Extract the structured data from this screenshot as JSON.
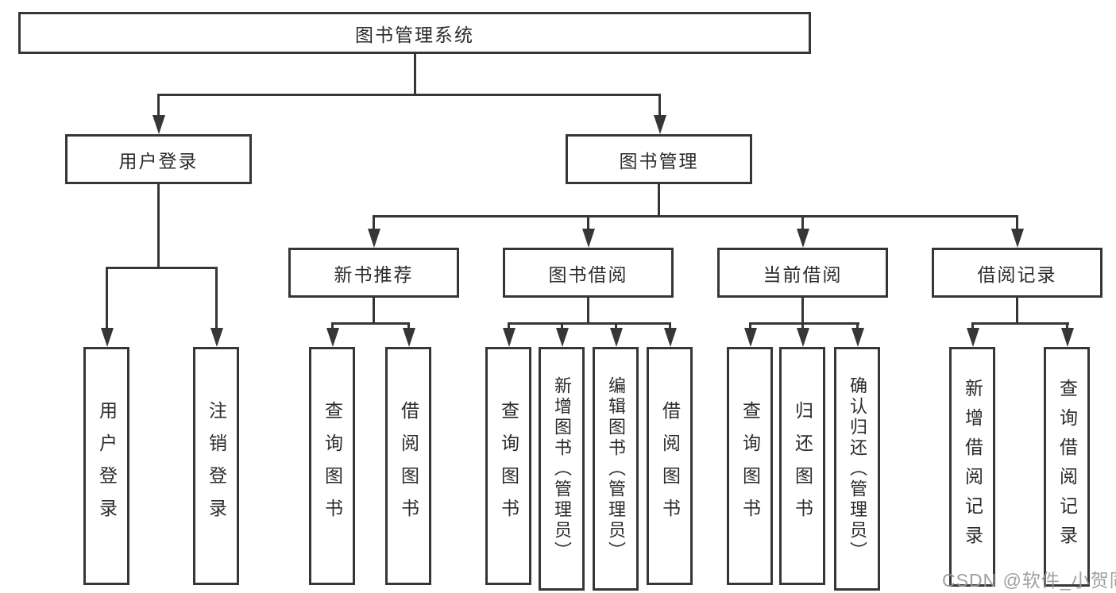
{
  "tree": {
    "label": "图书管理系统",
    "children": [
      {
        "label": "用户登录",
        "children": [
          {
            "label": "用户登录"
          },
          {
            "label": "注销登录"
          }
        ]
      },
      {
        "label": "图书管理",
        "children": [
          {
            "label": "新书推荐",
            "children": [
              {
                "label": "查询图书"
              },
              {
                "label": "借阅图书"
              }
            ]
          },
          {
            "label": "图书借阅",
            "children": [
              {
                "label": "查询图书"
              },
              {
                "label": "新增图书（管理员）"
              },
              {
                "label": "编辑图书（管理员）"
              },
              {
                "label": "借阅图书"
              }
            ]
          },
          {
            "label": "当前借阅",
            "children": [
              {
                "label": "查询图书"
              },
              {
                "label": "归还图书"
              },
              {
                "label": "确认归还（管理员）"
              }
            ]
          },
          {
            "label": "借阅记录",
            "children": [
              {
                "label": "新增借阅记录"
              },
              {
                "label": "查询借阅记录"
              }
            ]
          }
        ]
      }
    ]
  },
  "watermark": {
    "text": "CSDN @软件_小贺同学"
  },
  "colors": {
    "line": "#363636",
    "text": "#2b2b2b",
    "background": "#ffffff",
    "watermark": "#98989b"
  }
}
